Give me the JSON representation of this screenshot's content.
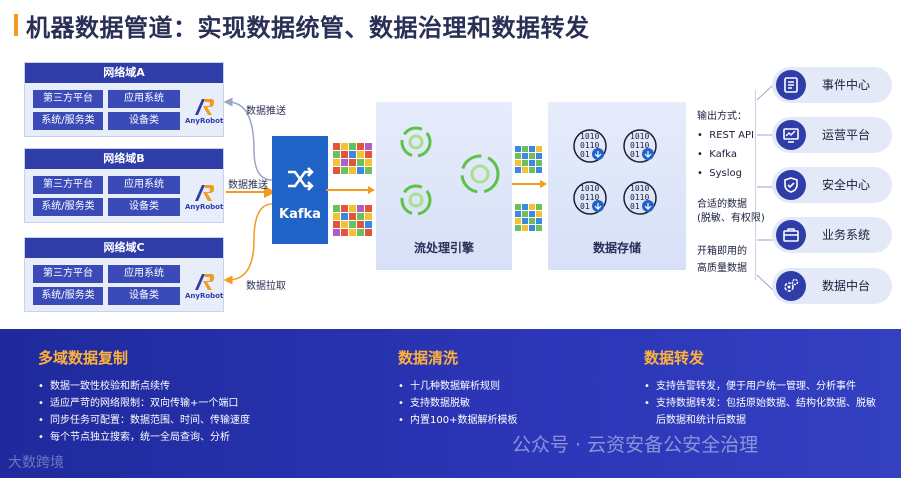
{
  "title": "机器数据管道：实现数据统管、数据治理和数据转发",
  "domains": [
    {
      "name": "网络域A",
      "items": [
        "第三方平台",
        "应用系统",
        "系统/服务类",
        "设备类"
      ],
      "logo": "AnyRobot"
    },
    {
      "name": "网络域B",
      "items": [
        "第三方平台",
        "应用系统",
        "系统/服务类",
        "设备类"
      ],
      "logo": "AnyRobot"
    },
    {
      "name": "网络域C",
      "items": [
        "第三方平台",
        "应用系统",
        "系统/服务类",
        "设备类"
      ],
      "logo": "AnyRobot"
    }
  ],
  "flows": {
    "push1": "数据推送",
    "push2": "数据推送",
    "pull": "数据拉取"
  },
  "kafka": {
    "label": "Kafka"
  },
  "engine": {
    "label": "流处理引擎"
  },
  "storage": {
    "label": "数据存储"
  },
  "output": {
    "heading": "输出方式：",
    "methods": [
      "REST API",
      "Kafka",
      "Syslog"
    ],
    "note1_line1": "合适的数据",
    "note1_line2": "(脱敏、有权限)",
    "note2_line1": "开箱即用的",
    "note2_line2": "高质量数据"
  },
  "targets": [
    {
      "label": "事件中心",
      "icon": "event-center-icon"
    },
    {
      "label": "运营平台",
      "icon": "operations-monitor-icon"
    },
    {
      "label": "安全中心",
      "icon": "shield-check-icon"
    },
    {
      "label": "业务系统",
      "icon": "briefcase-icon"
    },
    {
      "label": "数据中台",
      "icon": "gears-icon"
    }
  ],
  "features": [
    {
      "title": "多域数据复制",
      "items": [
        "数据一致性校验和断点续传",
        "适应严苛的网络限制：双向传输+一个端口",
        "同步任务可配置：数据范围、时间、传输速度",
        "每个节点独立搜索，统一全局查询、分析"
      ]
    },
    {
      "title": "数据清洗",
      "items": [
        "十几种数据解析规则",
        "支持数据脱敏",
        "内置100+数据解析模板"
      ]
    },
    {
      "title": "数据转发",
      "items": [
        "支持告警转发，便于用户统一管理、分析事件",
        "支持数据转发：包括原始数据、结构化数据、脱敏后数据和统计后数据"
      ]
    }
  ],
  "watermarks": {
    "left": "大数跨境",
    "right": "公众号 · 云资安备公安全治理"
  },
  "colors": {
    "primary": "#2f3da8",
    "kafka": "#1f63c7",
    "accent": "#f39a1f",
    "highlight": "#ffb23a",
    "band": "#2c36b8"
  }
}
